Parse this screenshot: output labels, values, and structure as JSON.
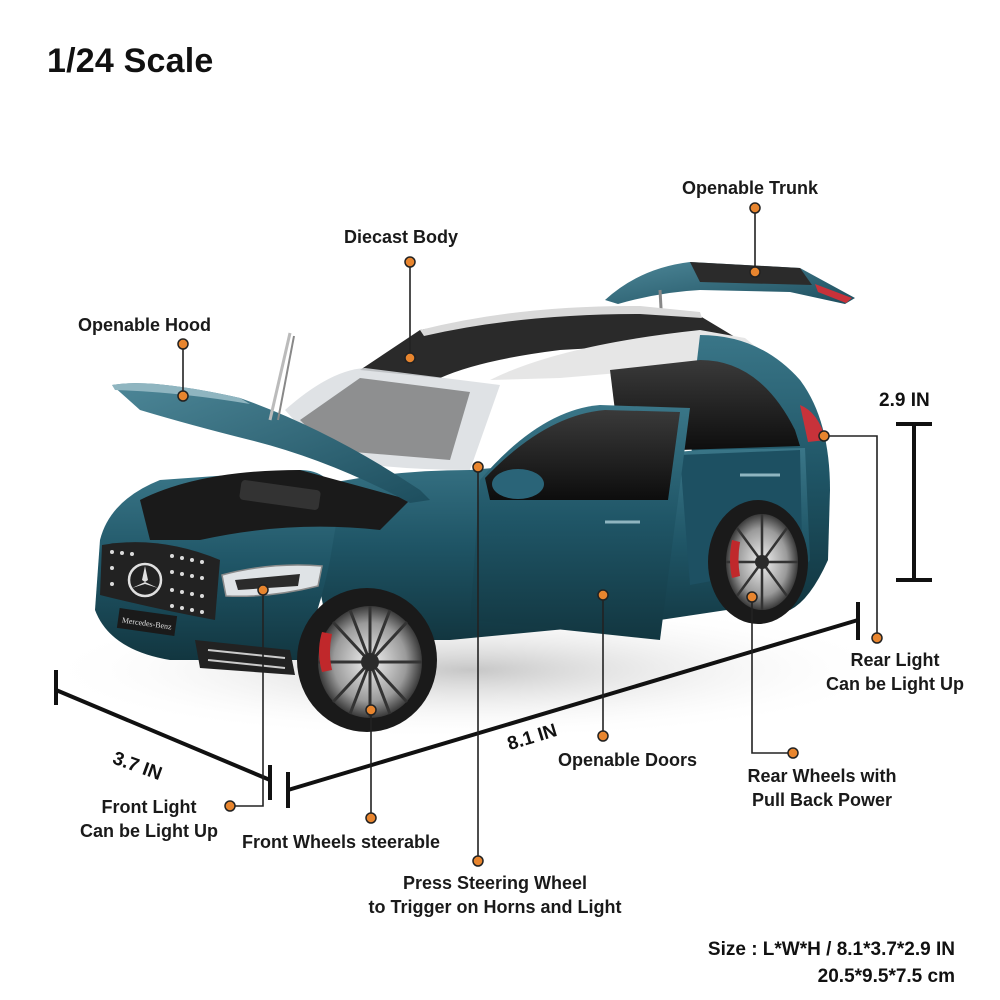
{
  "title": "1/24 Scale",
  "colors": {
    "callout_dot": "#e8852e",
    "callout_line": "#222222",
    "car_body": "#1f5566",
    "car_body_dark": "#143b47",
    "roof": "#2a2a2a",
    "trim": "#d9d9d9",
    "brake_caliper": "#c0282b",
    "taillight": "#c8323a"
  },
  "callouts": {
    "openable_trunk": "Openable Trunk",
    "diecast_body": "Diecast Body",
    "openable_hood": "Openable Hood",
    "rear_light_line1": "Rear Light",
    "rear_light_line2": "Can be Light Up",
    "openable_doors": "Openable Doors",
    "rear_wheels_line1": "Rear Wheels with",
    "rear_wheels_line2": "Pull Back Power",
    "front_light_line1": "Front Light",
    "front_light_line2": "Can be Light Up",
    "front_wheels": "Front Wheels steerable",
    "steering_line1": "Press Steering Wheel",
    "steering_line2": "to Trigger on Horns and Light"
  },
  "dimensions": {
    "height": "2.9 IN",
    "width": "3.7 IN",
    "length": "8.1 IN"
  },
  "car": {
    "plate_text": "Mercedes-Benz"
  },
  "size_spec": {
    "line1": "Size : L*W*H / 8.1*3.7*2.9 IN",
    "line2": "20.5*9.5*7.5 cm"
  }
}
